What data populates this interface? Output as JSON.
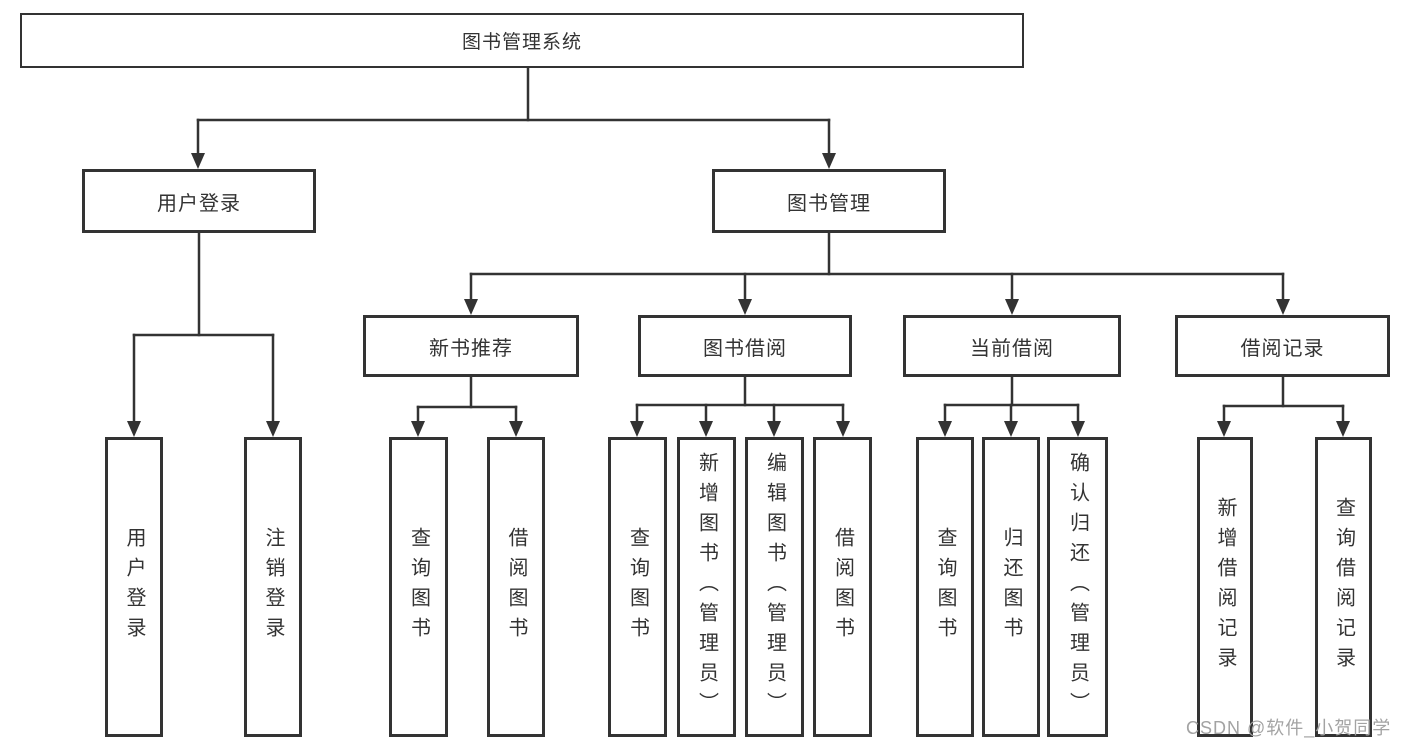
{
  "nodes": {
    "root": {
      "label": "图书管理系统"
    },
    "user_login": {
      "label": "用户登录"
    },
    "book_mgmt": {
      "label": "图书管理"
    },
    "new_book_rec": {
      "label": "新书推荐"
    },
    "book_borrow": {
      "label": "图书借阅"
    },
    "current_borrow": {
      "label": "当前借阅"
    },
    "borrow_records": {
      "label": "借阅记录"
    },
    "leaf_user_login": {
      "label": "用户登录"
    },
    "leaf_logout": {
      "label": "注销登录"
    },
    "leaf_query_book_1": {
      "label": "查询图书"
    },
    "leaf_borrow_book_1": {
      "label": "借阅图书"
    },
    "leaf_query_book_2": {
      "label": "查询图书"
    },
    "leaf_add_book": {
      "label": "新增图书（管理员）"
    },
    "leaf_edit_book": {
      "label": "编辑图书（管理员）"
    },
    "leaf_borrow_book_2": {
      "label": "借阅图书"
    },
    "leaf_query_book_3": {
      "label": "查询图书"
    },
    "leaf_return_book": {
      "label": "归还图书"
    },
    "leaf_confirm_return": {
      "label": "确认归还（管理员）"
    },
    "leaf_add_record": {
      "label": "新增借阅记录"
    },
    "leaf_query_record": {
      "label": "查询借阅记录"
    }
  },
  "watermark": {
    "text": "CSDN @软件_小贺同学"
  },
  "colors": {
    "line": "#333333",
    "text": "#333333",
    "box_background": "#ffffff",
    "watermark": "#a3a3a3"
  }
}
